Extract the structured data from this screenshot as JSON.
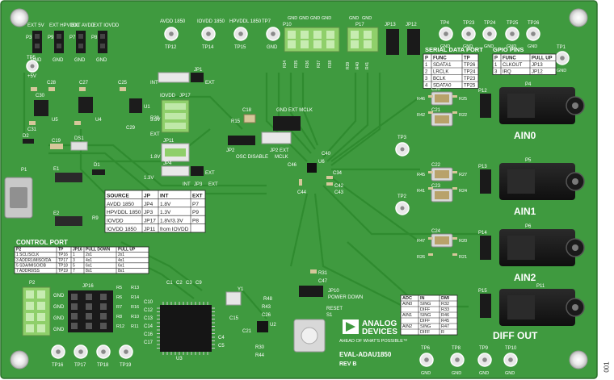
{
  "figure_id": "001",
  "colors": {
    "pcb": "#3f9a3f",
    "pcb_dark": "#2d7f2d",
    "trace": "#2f8a2f",
    "silkscreen": "#ffffff",
    "pad": "#d9d9d9",
    "header_green": "#8fcf6a",
    "header_black": "#1a1a1a",
    "jack_black": "#1c1c1c",
    "table_bg": "#ffffff"
  },
  "supply": {
    "headers": [
      {
        "ref": "P3",
        "net": "EXT 5V",
        "gnd": "GND"
      },
      {
        "ref": "P9",
        "net": "EXT HPVDDL",
        "gnd": "GND"
      },
      {
        "ref": "P7",
        "net": "EXT AVDD",
        "gnd": "GND"
      },
      {
        "ref": "P8",
        "net": "EXT IOVDD",
        "gnd": "GND"
      }
    ],
    "test_points": [
      {
        "label": "AVDD 1850",
        "ref": "TP12"
      },
      {
        "label": "IOVDD 1850",
        "ref": "TP14"
      },
      {
        "label": "HPVDDL 1850",
        "ref": "TP15"
      },
      {
        "label": "TP7",
        "ref": "GND"
      }
    ],
    "tp5": {
      "ref": "TP5",
      "label": "+5V"
    }
  },
  "top_headers": {
    "p10": {
      "ref": "P10",
      "gnd_labels": [
        "GND",
        "GND",
        "GND",
        "GND"
      ],
      "resistors": [
        "R34",
        "R35",
        "R36",
        "R37",
        "R38"
      ]
    },
    "p17": {
      "ref": "P17",
      "gnd_labels": [
        "GND",
        "GND"
      ],
      "resistors": [
        "R39",
        "R40",
        "R41"
      ]
    },
    "jumpers": [
      "JP13",
      "JP12"
    ]
  },
  "top_right_tps": [
    {
      "ref": "TP4",
      "gnd": "GND"
    },
    {
      "ref": "TP23",
      "gnd": "GND"
    },
    {
      "ref": "TP24",
      "gnd": "GND"
    },
    {
      "ref": "TP25",
      "gnd": "GND"
    },
    {
      "ref": "TP26",
      "gnd": "GND"
    },
    {
      "ref": "TP1",
      "gnd": "GND"
    }
  ],
  "serial_data_port": {
    "title": "SERIAL DATA PORT",
    "headers": [
      "P",
      "FUNC",
      "TP"
    ],
    "rows": [
      [
        "1",
        "SDATA1",
        "TP26"
      ],
      [
        "2",
        "LRCLK",
        "TP24"
      ],
      [
        "3",
        "BCLK",
        "TP23"
      ],
      [
        "4",
        "SDATA0",
        "TP25"
      ]
    ]
  },
  "gpio_pins": {
    "title": "GPIO PINS",
    "headers": [
      "P",
      "FUNC",
      "PULL UP"
    ],
    "rows": [
      [
        "1",
        "CLKOUT",
        "JP13"
      ],
      [
        "3",
        "IRQ",
        "JP12"
      ]
    ]
  },
  "left_section": {
    "components": [
      "C30",
      "C28",
      "C27",
      "C25",
      "C29",
      "C31",
      "C19",
      "U5",
      "U4",
      "U1",
      "R29",
      "D2",
      "DS1",
      "E1",
      "P1",
      "D1",
      "E2",
      "R9",
      "JP1",
      "JP17",
      "JP11",
      "JP4",
      "JP3"
    ],
    "jumper_labels": {
      "jp1_int": "INT",
      "jp1_ext": "EXT",
      "jp4_ext": "EXT",
      "jp3_int": "INT",
      "jp3_ext": "EXT",
      "iovdd": "IOVDD",
      "v33": "3.3V",
      "ext": "EXT",
      "v18": "1.8V",
      "v13": "1.3V"
    }
  },
  "mid_jumpers": {
    "c18": "C18",
    "jp2": "JP2",
    "ext_mclk": "GND EXT MCLK",
    "disable": "OSC DISABLE",
    "jp2_ext": "JP2 EXT",
    "mclk": "MCLK",
    "r15": "R15",
    "components": [
      "C46",
      "C34",
      "C40",
      "C42",
      "C43",
      "C44",
      "U6",
      "TP3",
      "TP2"
    ]
  },
  "source_table": {
    "headers": [
      "SOURCE",
      "JP",
      "INT",
      "EXT"
    ],
    "rows": [
      [
        "AVDD 1850",
        "JP4",
        "1.8V",
        "P7"
      ],
      [
        "HPVDDL 1850",
        "JP3",
        "1.3V",
        "P9"
      ],
      [
        "IOVDD",
        "JP17",
        "1.8V/3.3V",
        "P8"
      ],
      [
        "IOVDD 1850",
        "JP11",
        "from IOVDD",
        ""
      ]
    ]
  },
  "control_port": {
    "title": "CONTROL PORT",
    "headers": [
      "P2",
      "TP",
      "JP16",
      "PULL DOWN",
      "PULL UP"
    ],
    "rows": [
      [
        "1 SCL/SCLK",
        "TP16",
        "1",
        "2x1",
        "2x1"
      ],
      [
        "3 ADDR1/MISO/DA",
        "TP17",
        "3",
        "4x1",
        "4x1"
      ],
      [
        "5 SDA/MISO/DB",
        "TP18",
        "5",
        "6x1",
        "6x1"
      ],
      [
        "7 ADDR0/SS",
        "TP19",
        "7",
        "8x1",
        "8x1"
      ]
    ],
    "connector": {
      "ref": "P2",
      "gnd_labels": [
        "GND",
        "GND",
        "GND",
        "GND"
      ],
      "jp": "JP16"
    },
    "bottom_tps": [
      "TP16",
      "TP17",
      "TP18",
      "TP19"
    ],
    "resistors": [
      "R5",
      "R6",
      "R7",
      "R8",
      "R12",
      "R13",
      "R14",
      "R16",
      "R10",
      "R11"
    ]
  },
  "codec": {
    "components": [
      "C1",
      "C2",
      "C3",
      "C4",
      "C5",
      "C9",
      "C10",
      "C12",
      "C13",
      "C14",
      "C15",
      "C16",
      "C17",
      "C21",
      "C26",
      "Y1",
      "U2",
      "U3",
      "R43",
      "R48",
      "R30",
      "R44"
    ],
    "jp10": "JP10",
    "power_down": "POWER DOWN",
    "r31": "R31",
    "c47": "C47",
    "reset": "RESET",
    "s1": "S1"
  },
  "analog_inputs": [
    {
      "ref": "P4",
      "label": "AIN0",
      "header": "P12",
      "caps": [
        "C20",
        "C21"
      ],
      "res": [
        "R46",
        "R25",
        "R42",
        "R22"
      ]
    },
    {
      "ref": "P5",
      "label": "AIN1",
      "header": "P13",
      "caps": [
        "C22",
        "C23"
      ],
      "res": [
        "R45",
        "R27",
        "R41",
        "R24"
      ]
    },
    {
      "ref": "P6",
      "label": "AIN2",
      "header": "P14",
      "caps": [
        "C24"
      ],
      "res": [
        "R47",
        "R20",
        "R26",
        "R21"
      ]
    }
  ],
  "diff_out": {
    "ref": "P11",
    "label": "DIFF OUT",
    "header": "P15"
  },
  "adc_table": {
    "headers": [
      "ADC",
      "IN",
      "DMI"
    ],
    "rows": [
      [
        "AIN0",
        "SING",
        "R32"
      ],
      [
        "",
        "DIFF",
        "R33"
      ],
      [
        "AIN1",
        "SING",
        "R46"
      ],
      [
        "",
        "DIFF",
        "R45"
      ],
      [
        "AIN2",
        "SING",
        "R47"
      ],
      [
        "",
        "DIFF",
        "R"
      ]
    ]
  },
  "branding": {
    "logo_line1": "ANALOG",
    "logo_line2": "DEVICES",
    "tagline": "AHEAD OF WHAT'S POSSIBLE™",
    "board_name": "EVAL-ADAU1850",
    "rev": "REV B"
  },
  "bottom_tps": [
    {
      "ref": "TP6",
      "gnd": "GND"
    },
    {
      "ref": "TP8",
      "gnd": "GND"
    },
    {
      "ref": "TP9",
      "gnd": "GND"
    },
    {
      "ref": "TP10",
      "gnd": "GND"
    }
  ]
}
